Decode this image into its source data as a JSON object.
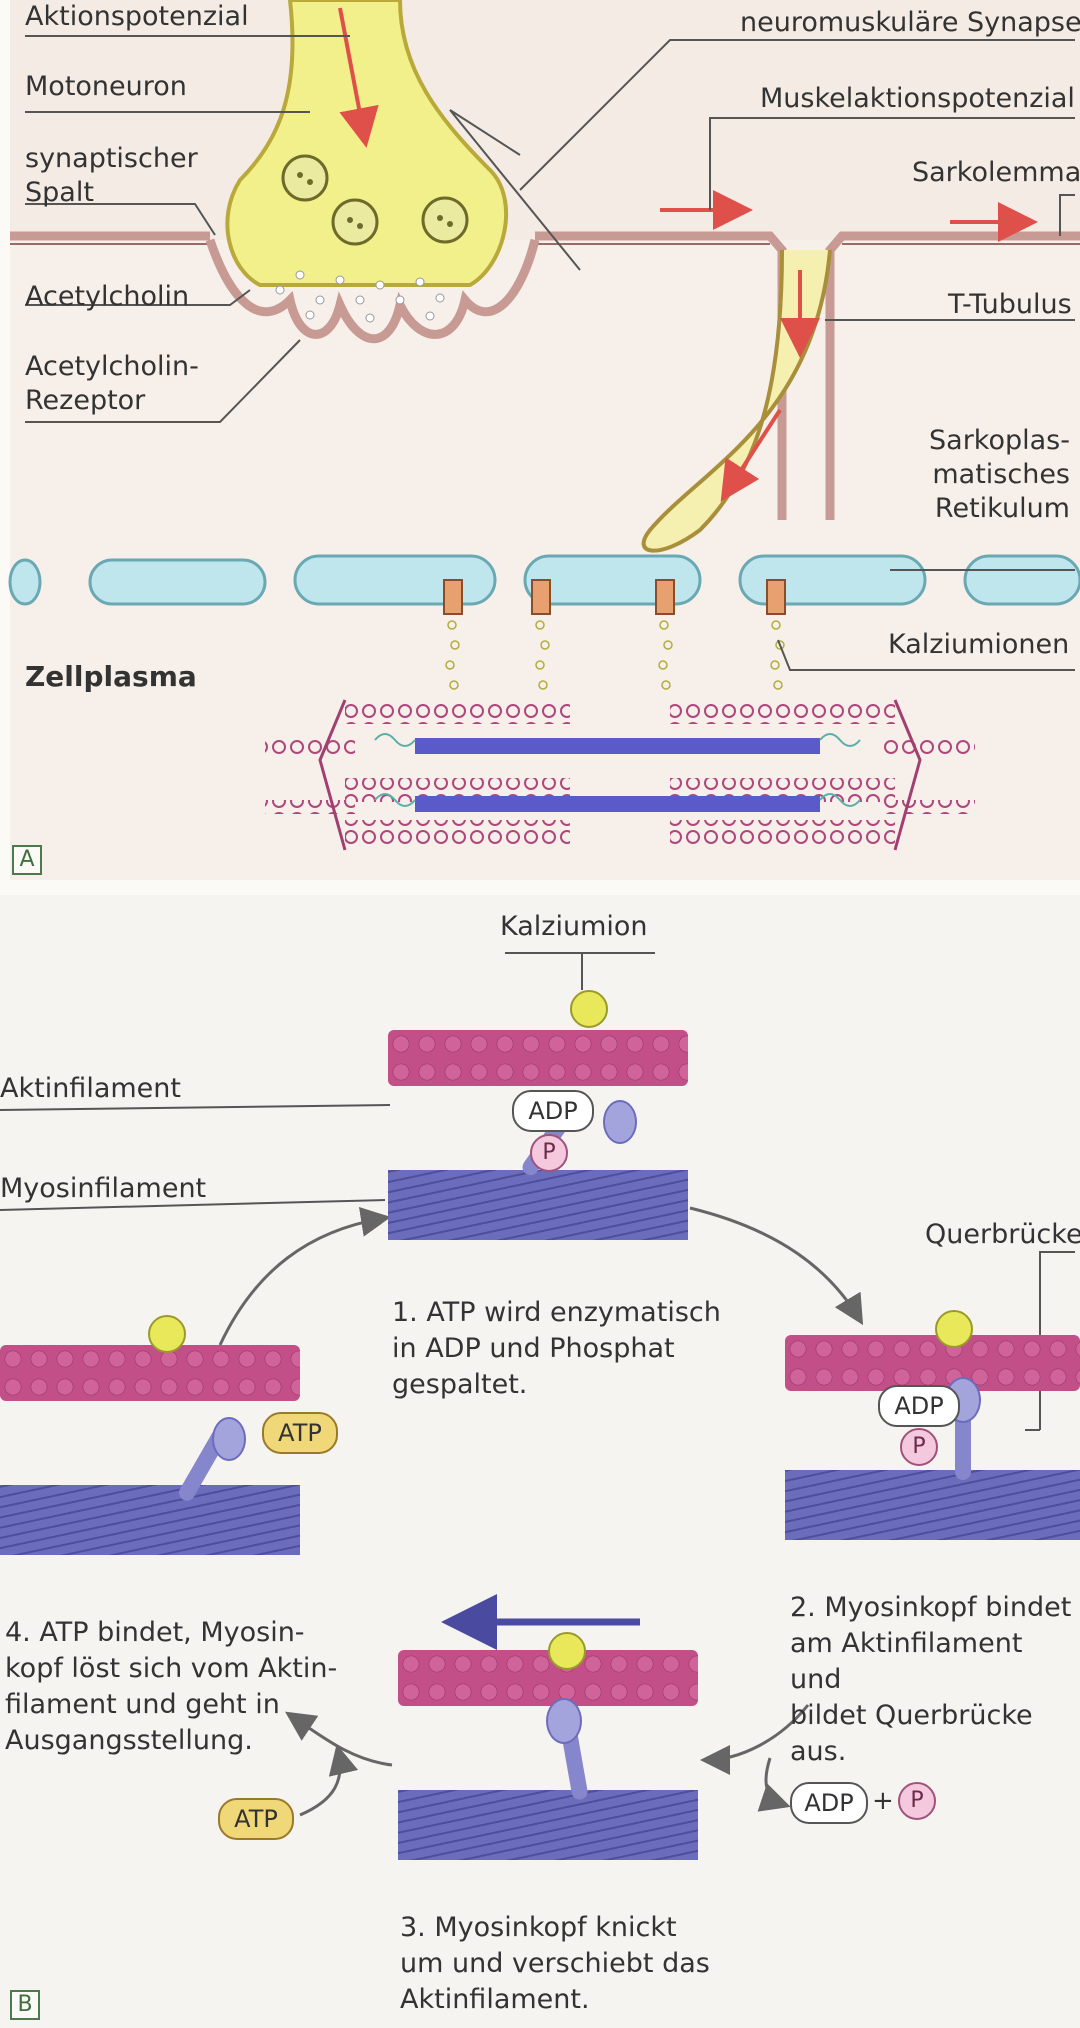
{
  "panel_a": {
    "tag": "A",
    "labels": {
      "aktionspotenzial": "Aktionspotenzial",
      "motoneuron": "Motoneuron",
      "synaptischer_spalt": "synaptischer\nSpalt",
      "acetylcholin": "Acetylcholin",
      "acetylcholin_rezeptor": "Acetylcholin-\nRezeptor",
      "zellplasma": "Zellplasma",
      "neuromuskulaere_synapse": "neuromuskuläre Synapse",
      "muskelaktionspotenzial": "Muskelaktionspotenzial",
      "sarkolemma": "Sarkolemma",
      "t_tubulus": "T-Tubulus",
      "sarkoplasmatisches_retikulum": "Sarkoplas-\nmatisches\nRetikulum",
      "kalziumionen": "Kalziumionen"
    }
  },
  "panel_b": {
    "tag": "B",
    "labels": {
      "kalziumion": "Kalziumion",
      "aktinfilament": "Aktinfilament",
      "myosinfilament": "Myosinfilament",
      "querbruecke": "Querbrücke"
    },
    "steps": {
      "step1": "1. ATP wird enzymatisch\nin ADP und Phosphat\ngespaltet.",
      "step2": "2. Myosinkopf bindet\nam Aktinfilament und\nbildet Querbrücke aus.",
      "step3": "3. Myosinkopf knickt\num und verschiebt das\nAktinfilament.",
      "step4": "4. ATP bindet, Myosin-\nkopf löst sich vom Aktin-\nfilament und geht in\nAusgangsstellung."
    },
    "tags": {
      "adp": "ADP",
      "p": "P",
      "atp": "ATP",
      "plus": "+"
    }
  },
  "colors": {
    "neuron_fill": "#f2f08a",
    "membrane": "#c89a94",
    "reticulum": "#bfe6ec",
    "actin": "#c0508a",
    "myosin": "#6f6fc0",
    "calcium": "#e8e85a",
    "arrow_red": "#e0504a"
  }
}
